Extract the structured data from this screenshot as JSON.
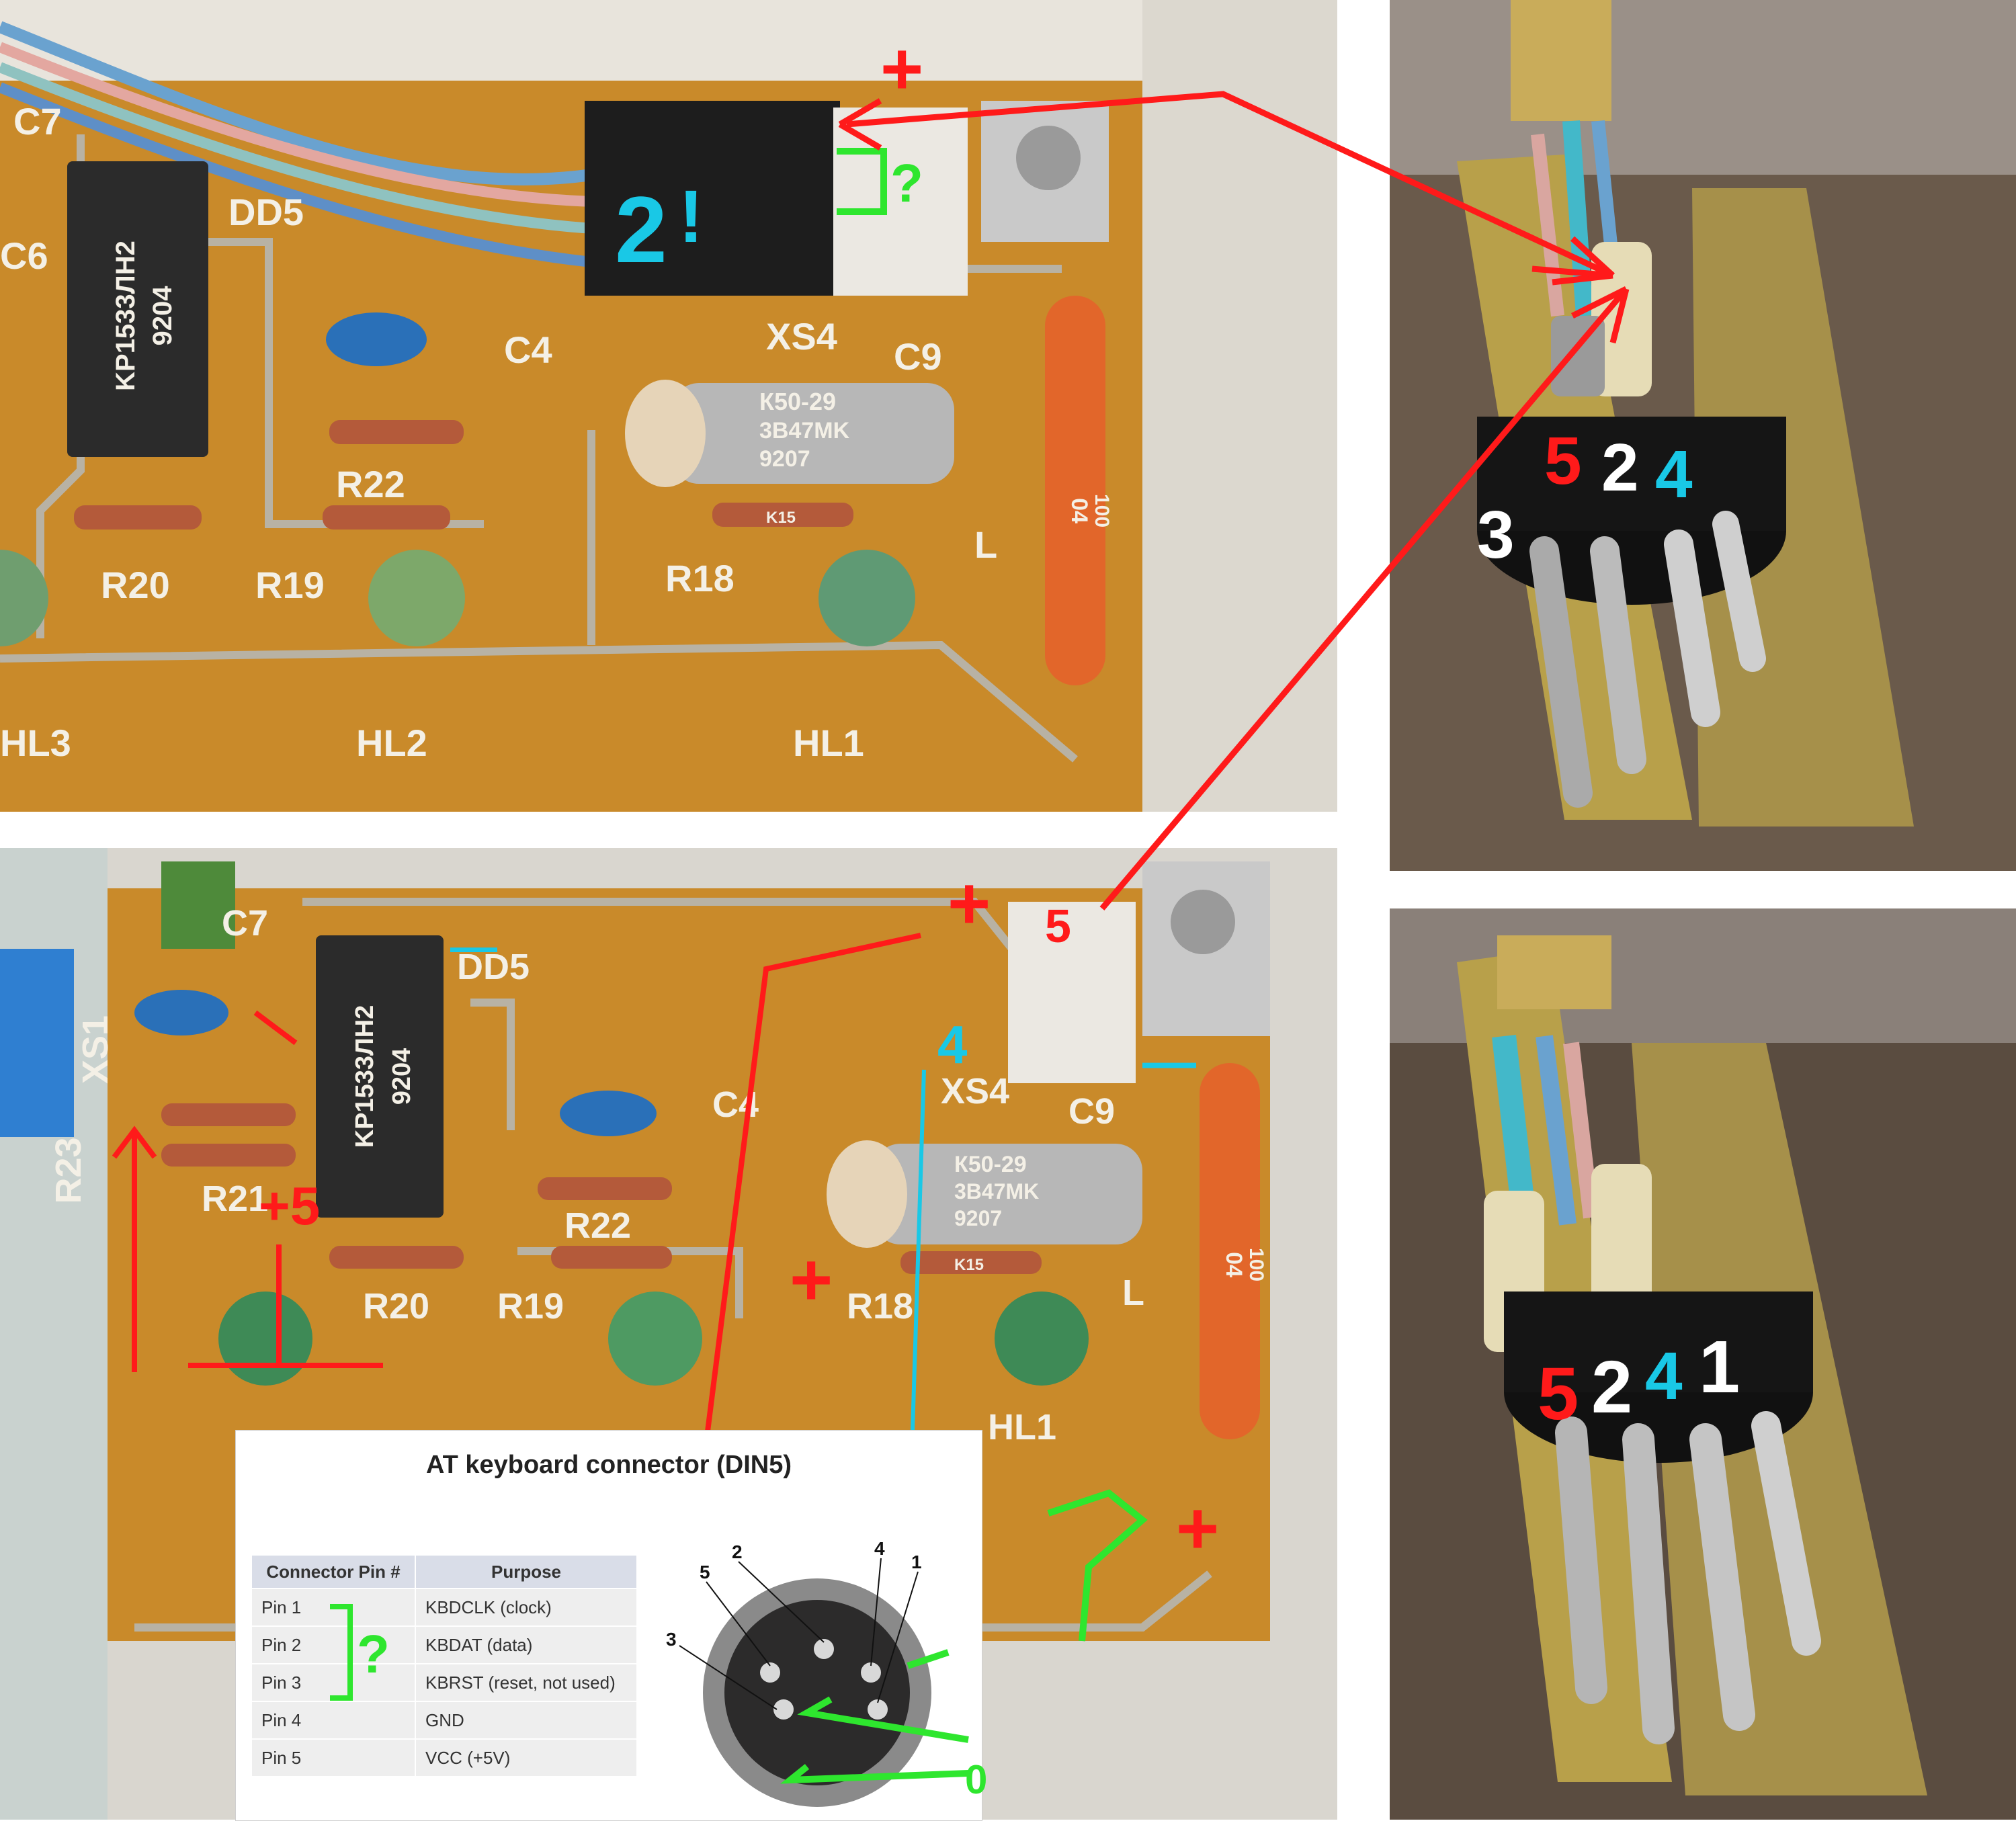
{
  "pinout": {
    "title": "AT keyboard connector (DIN5)",
    "headers": [
      "Connector Pin #",
      "Purpose"
    ],
    "rows": [
      {
        "pin": "Pin 1",
        "purpose": "KBDCLK (clock)"
      },
      {
        "pin": "Pin 2",
        "purpose": "KBDAT (data)"
      },
      {
        "pin": "Pin 3",
        "purpose": "KBRST (reset, not used)"
      },
      {
        "pin": "Pin 4",
        "purpose": "GND"
      },
      {
        "pin": "Pin 5",
        "purpose": "VCC (+5V)"
      }
    ],
    "din_pin_labels": [
      "1",
      "2",
      "3",
      "4",
      "5"
    ]
  },
  "board_top": {
    "chip_line1": "KP1533ЛН2",
    "chip_line2": "9204",
    "labels": [
      "C7",
      "C6",
      "DD5",
      "C4",
      "XS4",
      "C9",
      "R22",
      "R20",
      "R19",
      "R18",
      "L",
      "HL3",
      "HL2",
      "HL1"
    ],
    "cap_line1": "К50-29",
    "cap_line2": "3B47MK",
    "cap_line3": "9207",
    "inductor_line1": "04",
    "inductor_line2": "100",
    "resistor_mark": "K15"
  },
  "board_bottom": {
    "chip_line1": "KP1533ЛН2",
    "chip_line2": "9204",
    "labels": [
      "C7",
      "DD5",
      "XS1",
      "R23",
      "R21",
      "C4",
      "XS4",
      "C9",
      "R22",
      "R20",
      "R19",
      "R18",
      "L",
      "HL1"
    ],
    "cap_line1": "К50-29",
    "cap_line2": "3B47MK",
    "cap_line3": "9207",
    "inductor_line1": "04",
    "inductor_line2": "100",
    "resistor_mark": "K15"
  },
  "annotations": {
    "plus": "+",
    "minus": "—",
    "plus5": "+5",
    "pin5": "5",
    "pin4": "4",
    "question": "?",
    "exclaim": "!",
    "two": "2",
    "zero": "0",
    "plug_top_numbers": [
      "5",
      "2",
      "4",
      "3"
    ],
    "plug_bottom_numbers": [
      "5",
      "2",
      "4",
      "1"
    ]
  },
  "colors": {
    "red": "#ff1a1a",
    "cyan": "#19c8e6",
    "green": "#2ee62e",
    "white": "#ffffff",
    "pcb": "#c98a2a",
    "trace": "#b8b2a4"
  }
}
